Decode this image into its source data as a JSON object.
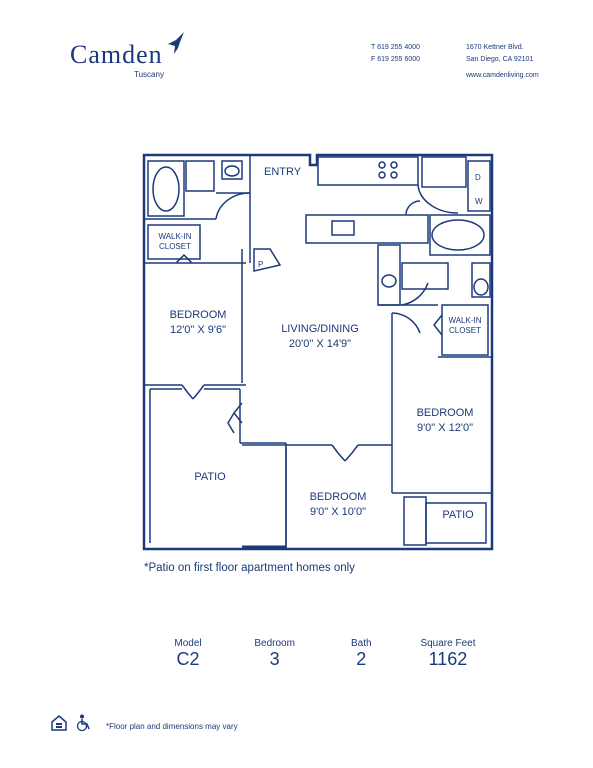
{
  "brand": {
    "name": "Camden",
    "community": "Tuscany",
    "accent": "#1c3a7a"
  },
  "contact": {
    "phone": "T 619 255 4000",
    "fax": "F 619 255 6000",
    "address_line1": "1670 Kettner Blvd.",
    "address_line2": "San Diego, CA 92101",
    "website": "www.camdenliving.com"
  },
  "rooms": {
    "entry": "ENTRY",
    "bedroom1_name": "BEDROOM",
    "bedroom1_dim": "12'0\" X 9'6\"",
    "walkin1": "WALK-IN CLOSET",
    "living_name": "LIVING/DINING",
    "living_dim": "20'0\" X 14'9\"",
    "bedroom2_name": "BEDROOM",
    "bedroom2_dim": "9'0\" X 12'0\"",
    "walkin2": "WALK-IN CLOSET",
    "bedroom3_name": "BEDROOM",
    "bedroom3_dim": "9'0\" X 10'0\"",
    "patio1": "PATIO",
    "patio2": "PATIO",
    "fixture_p": "P",
    "fixture_d": "D",
    "fixture_w": "W"
  },
  "patio_note": "*Patio on first floor apartment homes only",
  "stats": [
    {
      "label": "Model",
      "value": "C2"
    },
    {
      "label": "Bedroom",
      "value": "3"
    },
    {
      "label": "Bath",
      "value": "2"
    },
    {
      "label": "Square Feet",
      "value": "1162"
    }
  ],
  "footer_note": "*Floor plan and dimensions may vary",
  "icons": {
    "logo": "hummingbird-icon",
    "housing": "equal-housing-icon",
    "accessible": "wheelchair-icon"
  }
}
